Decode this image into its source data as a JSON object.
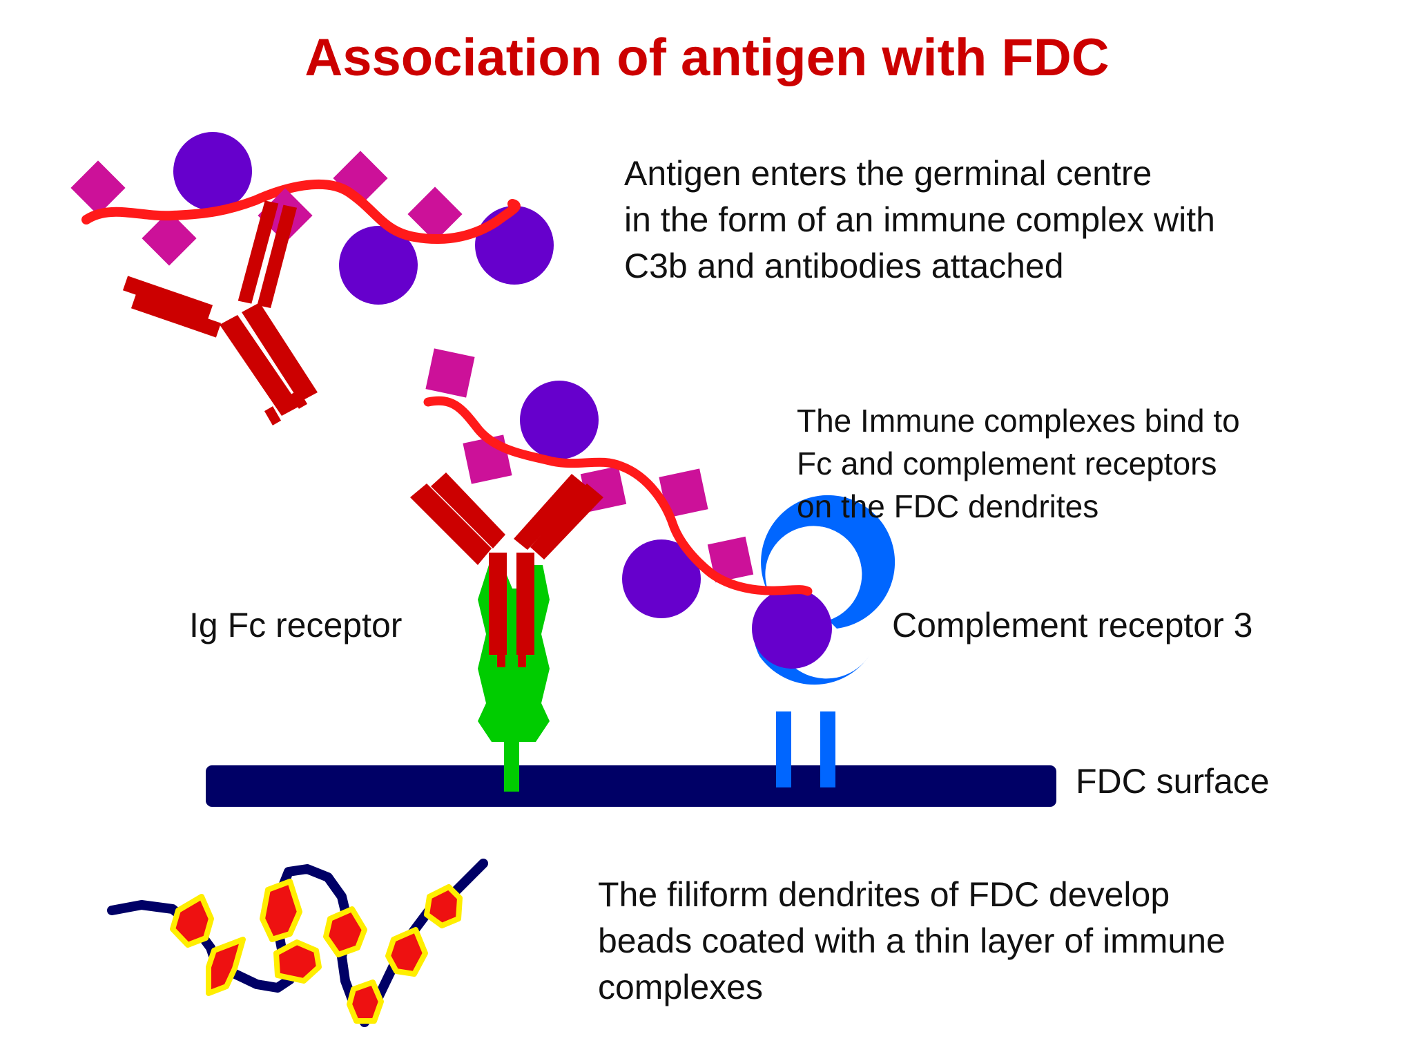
{
  "title": "Association of antigen with FDC",
  "captions": {
    "antigen_entry": [
      "Antigen enters the germinal centre",
      "in the form of an immune complex with",
      "C3b and antibodies attached"
    ],
    "binding": [
      "The Immune complexes bind to",
      "Fc and complement receptors",
      "on the FDC dendrites"
    ],
    "beads": [
      "The filiform dendrites of FDC develop",
      "beads coated with a thin layer of immune",
      "complexes"
    ]
  },
  "labels": {
    "fc_receptor": "Ig Fc receptor",
    "complement_receptor": "Complement receptor 3",
    "fdc_surface": "FDC surface"
  },
  "colors": {
    "title": "#cc0000",
    "antigen_strand": "#ff1a1a",
    "antibody": "#cc0000",
    "c3b": "#6600cc",
    "epitope": "#cc1199",
    "fc_receptor": "#00cc00",
    "complement_receptor": "#0066ff",
    "fdc_surface": "#000066",
    "bead_fill": "#ee1111",
    "bead_outline": "#ffee00"
  }
}
